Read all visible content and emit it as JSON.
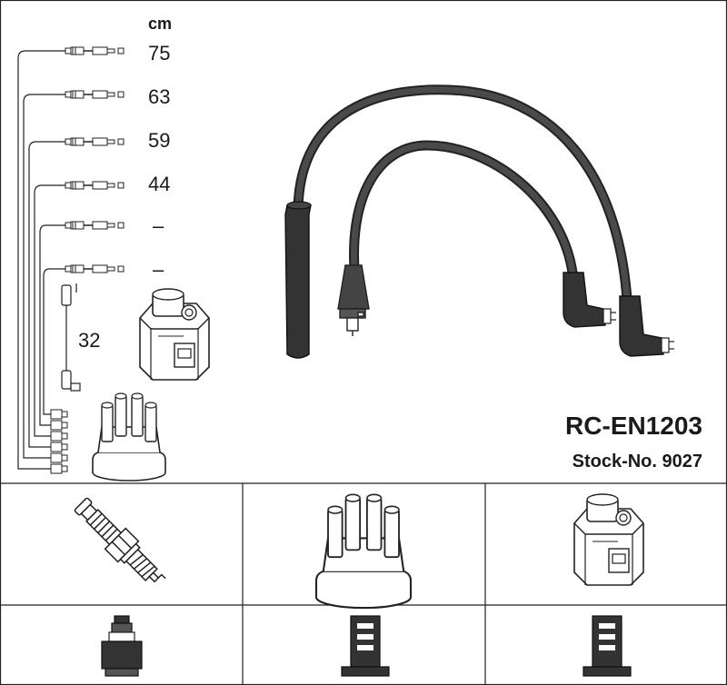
{
  "diagram": {
    "unit_label": "cm",
    "lengths": [
      "75",
      "63",
      "59",
      "44",
      "–",
      "–"
    ],
    "coil_lead_length": "32",
    "part_number": "RC-EN1203",
    "stock_label": "Stock-No. 9027"
  },
  "components": {
    "top_row": [
      "spark-plug",
      "distributor-cap",
      "ignition-coil"
    ],
    "bottom_row": [
      "spark-plug-connector",
      "distributor-connector",
      "coil-connector"
    ]
  },
  "colors": {
    "line": "#1a1a1a",
    "fill": "#ffffff",
    "shade": "#d9d9d9"
  }
}
